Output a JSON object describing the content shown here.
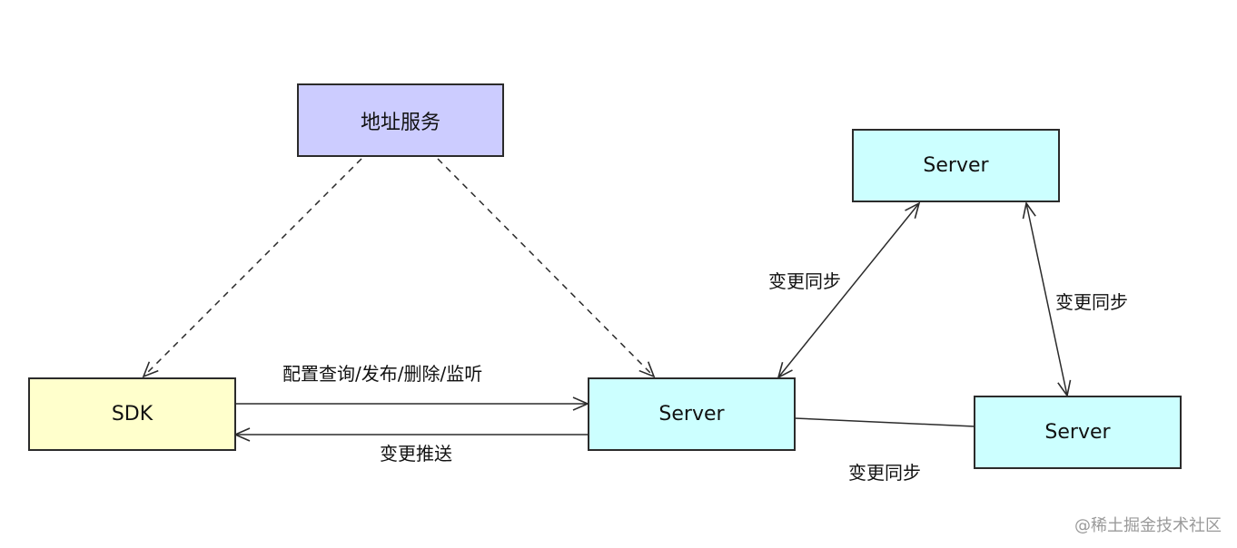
{
  "colors": {
    "address_fill": "#ccccff",
    "sdk_fill": "#ffffcc",
    "server_fill": "#ccffff",
    "stroke": "#2b2b2b"
  },
  "nodes": {
    "address_service": "地址服务",
    "sdk": "SDK",
    "server_main": "Server",
    "server_top": "Server",
    "server_right": "Server"
  },
  "edges": {
    "sdk_to_server": "配置查询/发布/删除/监听",
    "server_to_sdk": "变更推送",
    "server_main_top_sync": "变更同步",
    "server_top_right_sync": "变更同步",
    "server_main_right_sync": "变更同步"
  },
  "watermark": "@稀土掘金技术社区"
}
